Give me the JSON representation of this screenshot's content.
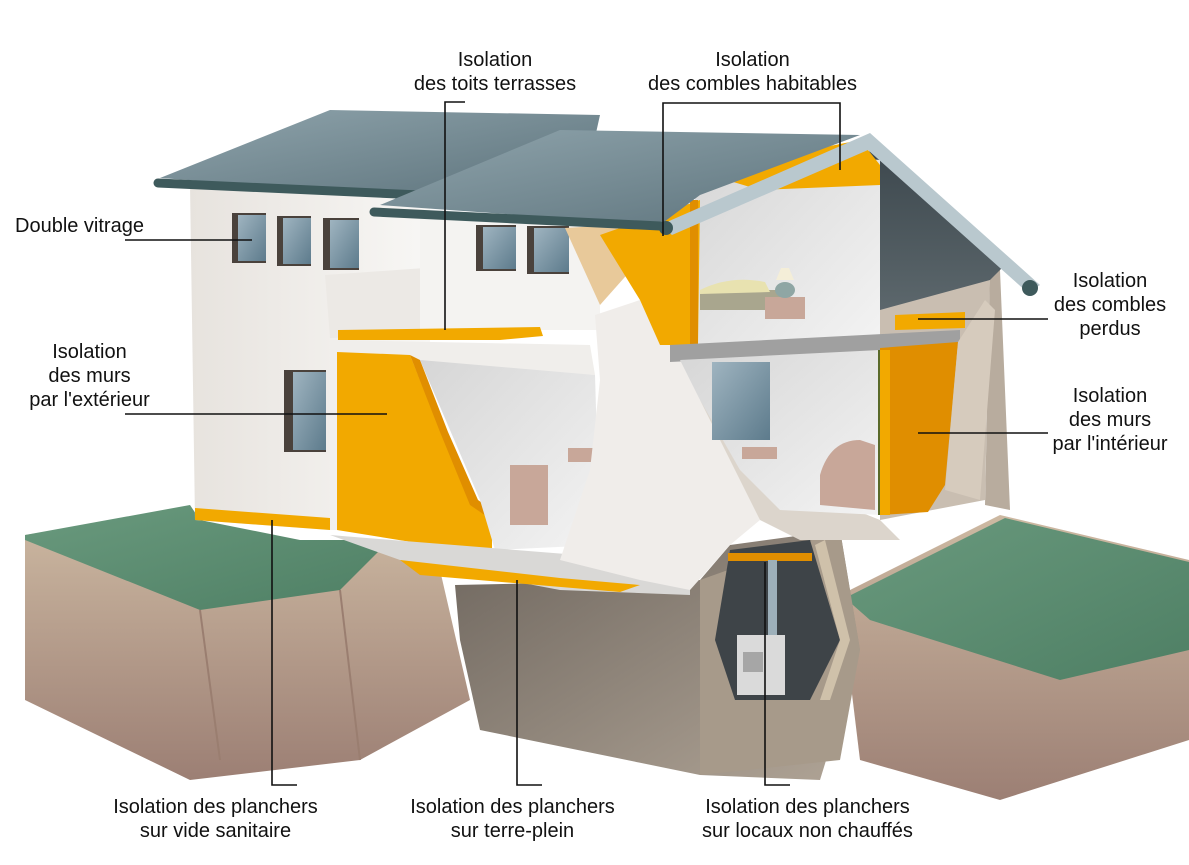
{
  "diagram": {
    "subject": "Maison en coupe - postes d'isolation thermique",
    "colors": {
      "insulation": "#F2A900",
      "insulation_dark": "#E08E00",
      "roof": "#6F8790",
      "roof_light": "#A9BBC2",
      "gutter": "#3E5A5C",
      "wall": "#F1EFEC",
      "wall_shade": "#DCD6CF",
      "concrete": "#9E9488",
      "grass": "#5E8D72",
      "soil": "#B49A86",
      "leader_line": "#111111"
    },
    "labels": {
      "toits_terrasses": {
        "line1": "Isolation",
        "line2": "des toits terrasses"
      },
      "combles_habitables": {
        "line1": "Isolation",
        "line2": "des combles habitables"
      },
      "double_vitrage": {
        "line1": "Double vitrage"
      },
      "murs_exterieur": {
        "line1": "Isolation",
        "line2": "des murs",
        "line3": "par l'extérieur"
      },
      "combles_perdus": {
        "line1": "Isolation",
        "line2": "des combles",
        "line3": "perdus"
      },
      "murs_interieur": {
        "line1": "Isolation",
        "line2": "des murs",
        "line3": "par l'intérieur"
      },
      "planchers_vide_sanitaire": {
        "line1": "Isolation des planchers",
        "line2": "sur vide sanitaire"
      },
      "planchers_terre_plein": {
        "line1": "Isolation des planchers",
        "line2": "sur terre-plein"
      },
      "planchers_locaux_non_chauffes": {
        "line1": "Isolation des planchers",
        "line2": "sur locaux non chauffés"
      }
    }
  }
}
